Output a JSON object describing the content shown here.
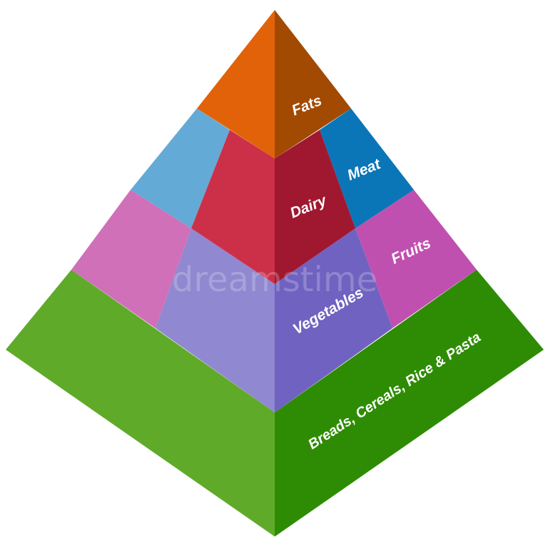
{
  "pyramid": {
    "levels": [
      {
        "id": "fats",
        "label": "Fats",
        "left_color": "#e2620a",
        "right_color": "#a24a02"
      },
      {
        "id": "dairy",
        "label": "Dairy",
        "left_color": "#cc3048",
        "right_color": "#a01830"
      },
      {
        "id": "meat",
        "label": "Meat",
        "left_color": "#64aad6",
        "right_color": "#0a76b8"
      },
      {
        "id": "vegetables",
        "label": "Vegetables",
        "left_color": "#9088d0",
        "right_color": "#7062c0"
      },
      {
        "id": "fruits",
        "label": "Fruits",
        "left_color": "#d070b8",
        "right_color": "#c050b0"
      },
      {
        "id": "grains",
        "label": "Breads, Cereals, Rice & Pasta",
        "left_color": "#60aa2a",
        "right_color": "#2e8c04"
      }
    ]
  },
  "watermark": {
    "text": "dreamstime"
  }
}
